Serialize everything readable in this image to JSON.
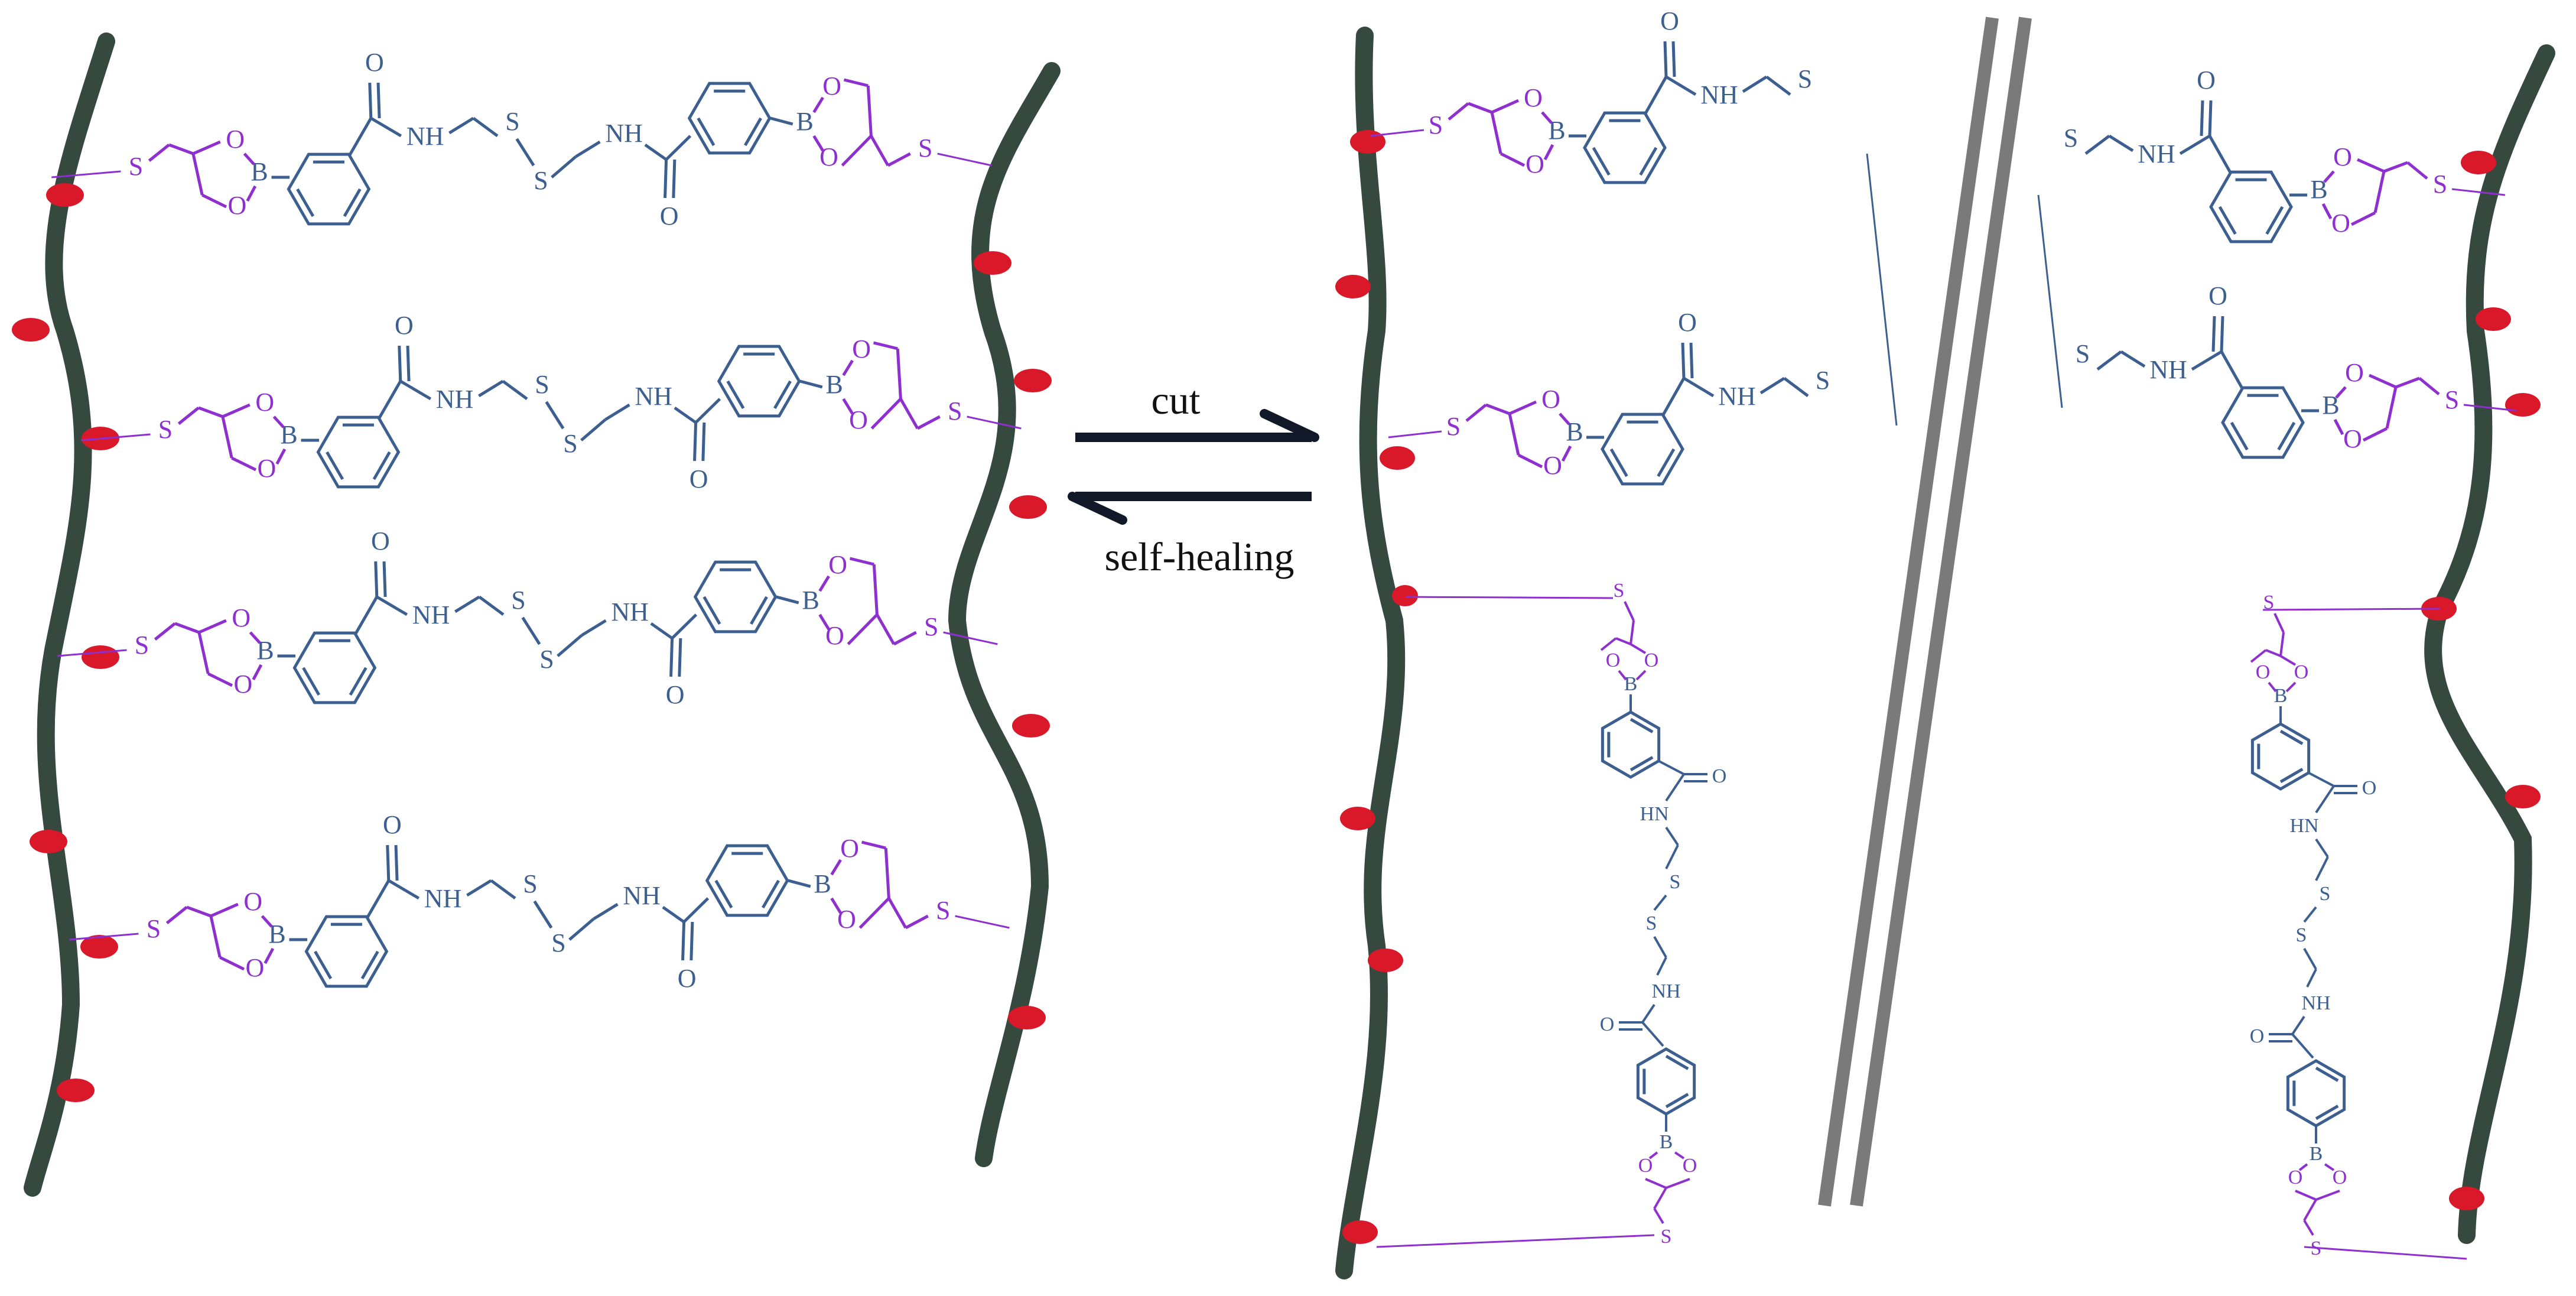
{
  "arrows": {
    "forward_label": "cut",
    "reverse_label": "self-healing"
  },
  "atoms": {
    "sulfur": "S",
    "boron": "B",
    "oxygen": "O",
    "amide_nh": "NH",
    "amide_hn": "HN"
  },
  "colors": {
    "polymer_chain": "#36493f",
    "crosslink_node": "#d9182a",
    "dioxaborolane": "#8e2fcf",
    "benzamide": "#3d5f90",
    "cut_line": "#7a7a7a",
    "arrow": "#111827"
  }
}
